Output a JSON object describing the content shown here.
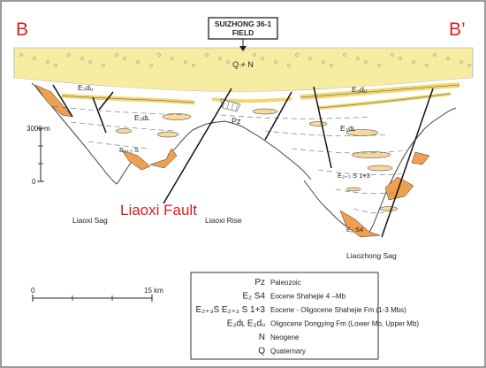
{
  "section": {
    "left_label": "B",
    "right_label": "B’",
    "field_line1": "SUIZHONG 36-1",
    "field_line2": "FIELD",
    "top_unit": "Q + N"
  },
  "basin_labels": {
    "liaoxi_sag": "Liaoxi Sag",
    "liaoxi_fault": "Liaoxi Fault",
    "liaoxi_rise": "Liaoxi Rise",
    "liaozhong_sag": "Liaozhong Sag"
  },
  "unit_labels": {
    "e3du_left": "E₃dᵤ",
    "e3du_right": "E₃dᵤ",
    "e3dl_left": "E₃dʟ",
    "e3dl_right": "E₃dʟ",
    "pz": "Pz",
    "e23s_left": "E₂₊₃ S",
    "e23s13_right": "E₂₊₃ S 1+3",
    "e2s4": "E₂ S4"
  },
  "depth_scale": {
    "top_label": "3000 m",
    "bottom_label": "0"
  },
  "distance_scale": {
    "start_label": "0",
    "end_label": "15 km"
  },
  "legend": [
    {
      "symbol": "Pz",
      "text": "Paleozoic"
    },
    {
      "symbol": "E₂ S4",
      "text": "Eocene Shahejie 4 –Mb"
    },
    {
      "symbol": "E₂₊₃S  E₂₊₃ S 1+3",
      "text": "Eocene - Oligocene Shahejie Fm (1-3 Mbs)"
    },
    {
      "symbol": "E₃dʟ  E₃dᵤ",
      "text": "Oligocene Dongying Fm (Lower Mb, Upper Mb)"
    },
    {
      "symbol": "N",
      "text": "Neogene"
    },
    {
      "symbol": "Q",
      "text": "Quaternary"
    }
  ],
  "colors": {
    "quaternary_band": "#f7eda2",
    "sand_bodies": "#f5d89a",
    "basal_fill": "#efa04e",
    "annotation_red": "#d81e1e",
    "frame": "#7a7a7a"
  }
}
